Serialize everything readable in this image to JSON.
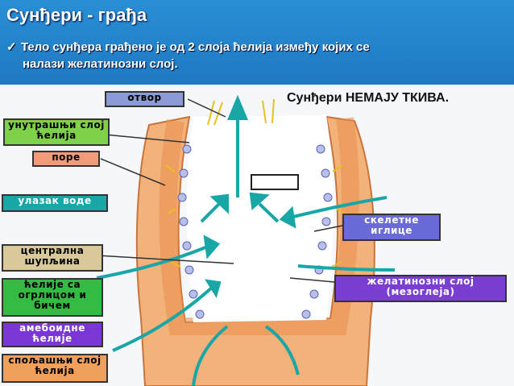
{
  "title": "Сунђери - грађа",
  "bullet": {
    "line1": "Тело сунђера грађено је од 2 слоја ћелија између којих се",
    "line2": "налази желатинозни слој."
  },
  "note": "Сунђери НЕМАЈУ ТКИВА.",
  "labels": {
    "opening": "отвор",
    "inner_layer_1": "унутрашњи слој",
    "inner_layer_2": "ћелија",
    "pores": "поре",
    "water_inflow": "улазак воде",
    "central_cavity_1": "централна",
    "central_cavity_2": "шупљина",
    "collar_cells_1": "ћелије са",
    "collar_cells_2": "огрлицом и",
    "collar_cells_3": "бичем",
    "amoebocytes_1": "амебоидне",
    "amoebocytes_2": "ћелије",
    "outer_layer_1": "спољашњи слој",
    "outer_layer_2": "ћелија",
    "spicules_1": "скелетне",
    "spicules_2": "иглице",
    "mesoglea_1": "желатинозни слој",
    "mesoglea_2": "(мезоглеја)"
  },
  "colors": {
    "opening": "#8a9bd6",
    "inner_layer": "#7fd14a",
    "pores": "#f39a7a",
    "water_inflow": "#18a6a6",
    "central_cavity": "#d8c89a",
    "collar_cells": "#33bb44",
    "amoebocytes": "#7a37d6",
    "outer_layer": "#f0a05a",
    "spicules": "#6a6ad8",
    "mesoglea": "#7a3fd0"
  }
}
